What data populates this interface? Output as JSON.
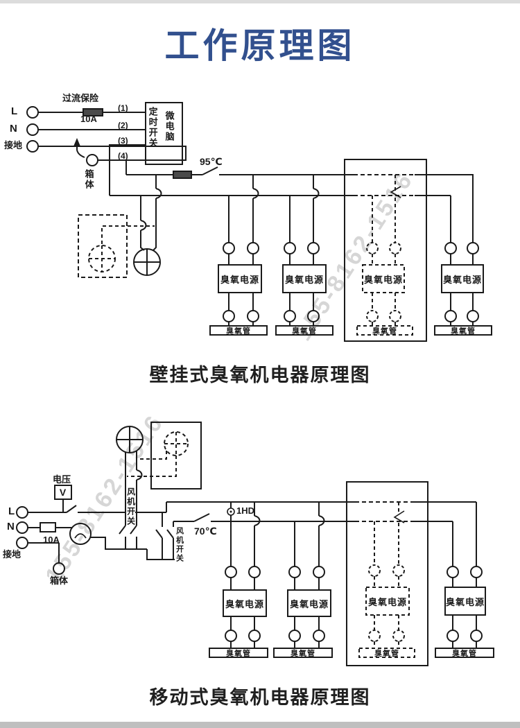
{
  "page": {
    "title": "工作原理图",
    "title_color": "#32508e",
    "watermark": "155-8162-1516"
  },
  "shared": {
    "ozone_power": "臭氧电源",
    "ozone_tube": "臭氧管",
    "phase": "L",
    "neutral": "N",
    "ground": "接地",
    "enclosure": "箱体",
    "fuse_rating": "10A"
  },
  "diagram1": {
    "caption": "壁挂式臭氧机电器原理图",
    "overcurrent_fuse": "过流保险",
    "pins": [
      "(1)",
      "(2)",
      "(3)",
      "(4)"
    ],
    "controller": {
      "timer": "定时开关",
      "mcu": "微电脑"
    },
    "thermal_switch": "95℃"
  },
  "diagram2": {
    "caption": "移动式臭氧机电器原理图",
    "voltage_label": "电压",
    "voltmeter": "V",
    "fan_switch": "风机开关",
    "indicator": "1HD",
    "thermal_switch": "70℃"
  }
}
